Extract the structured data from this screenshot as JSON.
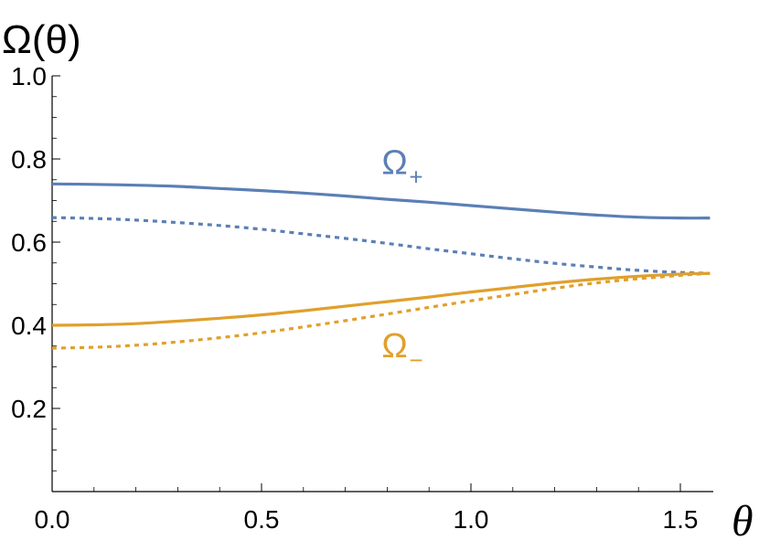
{
  "chart_data": {
    "type": "line",
    "ylabel": "Ω(θ)",
    "xlabel": "θ",
    "xlim": [
      0,
      1.5708
    ],
    "ylim": [
      0,
      1.0
    ],
    "x_ticks": [
      "0.0",
      "0.5",
      "1.0",
      "1.5"
    ],
    "y_ticks": [
      "0.2",
      "0.4",
      "0.6",
      "0.8",
      "1.0"
    ],
    "x_tick_values": [
      0.0,
      0.5,
      1.0,
      1.5
    ],
    "y_tick_values": [
      0.2,
      0.4,
      0.6,
      0.8,
      1.0
    ],
    "grid": false,
    "colors": {
      "omega_plus": "#5b7fb6",
      "omega_minus": "#e0a02c"
    },
    "annotations": [
      {
        "text": "Ω",
        "subscript": "+",
        "series": "omega_plus",
        "at": [
          0.8,
          0.79
        ]
      },
      {
        "text": "Ω",
        "subscript": "−",
        "series": "omega_minus",
        "at": [
          0.8,
          0.35
        ]
      }
    ],
    "series": [
      {
        "key": "omega_plus",
        "style": "solid",
        "x": [
          0.0,
          0.1,
          0.2,
          0.3,
          0.4,
          0.5,
          0.6,
          0.7,
          0.8,
          0.9,
          1.0,
          1.1,
          1.2,
          1.3,
          1.4,
          1.5,
          1.5708
        ],
        "y": [
          0.74,
          0.739,
          0.737,
          0.734,
          0.729,
          0.724,
          0.718,
          0.711,
          0.703,
          0.696,
          0.688,
          0.68,
          0.672,
          0.665,
          0.66,
          0.658,
          0.658
        ]
      },
      {
        "key": "omega_plus_dotted",
        "style": "dotted",
        "x": [
          0.0,
          0.1,
          0.2,
          0.3,
          0.4,
          0.5,
          0.6,
          0.7,
          0.8,
          0.9,
          1.0,
          1.1,
          1.2,
          1.3,
          1.4,
          1.5,
          1.5708
        ],
        "y": [
          0.659,
          0.657,
          0.653,
          0.647,
          0.64,
          0.631,
          0.62,
          0.609,
          0.597,
          0.584,
          0.572,
          0.56,
          0.549,
          0.54,
          0.532,
          0.527,
          0.525
        ]
      },
      {
        "key": "omega_minus",
        "style": "solid",
        "x": [
          0.0,
          0.1,
          0.2,
          0.3,
          0.4,
          0.5,
          0.6,
          0.7,
          0.8,
          0.9,
          1.0,
          1.1,
          1.2,
          1.3,
          1.4,
          1.5,
          1.5708
        ],
        "y": [
          0.4,
          0.401,
          0.404,
          0.41,
          0.417,
          0.425,
          0.435,
          0.446,
          0.457,
          0.468,
          0.48,
          0.491,
          0.502,
          0.511,
          0.518,
          0.523,
          0.525
        ]
      },
      {
        "key": "omega_minus_dotted",
        "style": "dotted",
        "x": [
          0.0,
          0.1,
          0.2,
          0.3,
          0.4,
          0.5,
          0.6,
          0.7,
          0.8,
          0.9,
          1.0,
          1.1,
          1.2,
          1.3,
          1.4,
          1.5,
          1.5708
        ],
        "y": [
          0.345,
          0.347,
          0.352,
          0.36,
          0.37,
          0.382,
          0.396,
          0.411,
          0.427,
          0.443,
          0.459,
          0.474,
          0.489,
          0.502,
          0.512,
          0.52,
          0.525
        ]
      }
    ]
  }
}
